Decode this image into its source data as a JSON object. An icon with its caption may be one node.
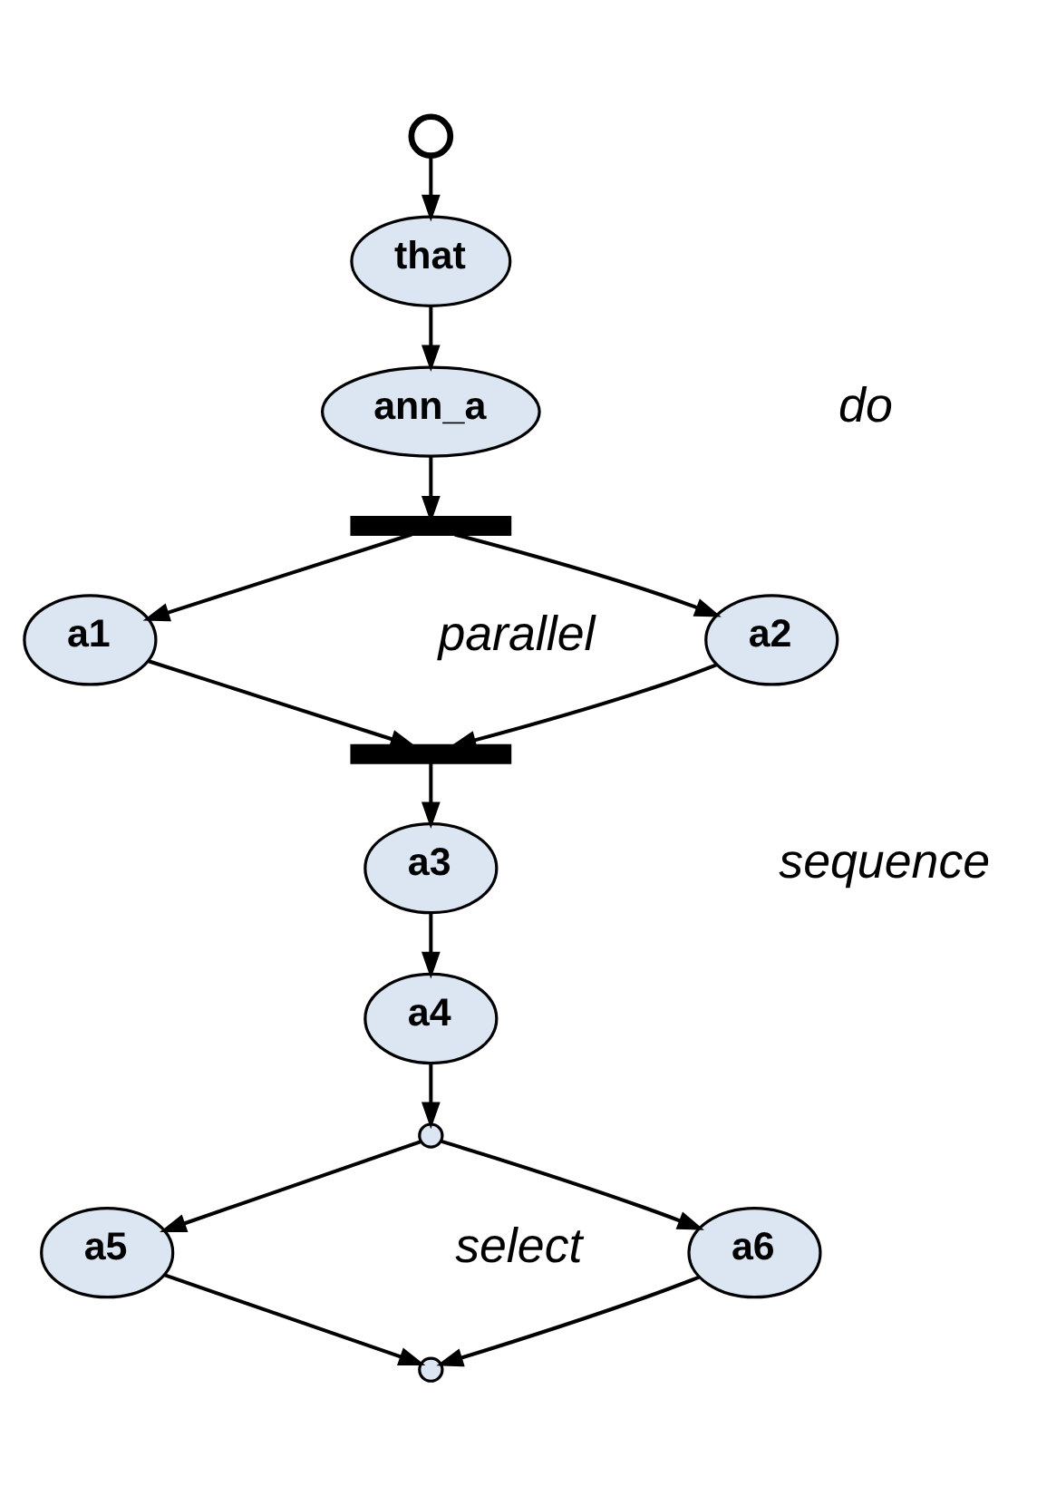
{
  "diagram": {
    "nodes": [
      {
        "text": [],
        "shape": "circle"
      },
      {
        "text": [
          "that"
        ]
      },
      {
        "text": [
          "ann_a"
        ]
      },
      {
        "text": [],
        "shape": "bar"
      },
      {
        "text": [
          "a1"
        ]
      },
      {
        "text": [
          "a2"
        ]
      },
      {
        "text": [],
        "shape": "bar"
      },
      {
        "text": [
          "a3"
        ]
      },
      {
        "text": [
          "a4"
        ]
      },
      {
        "text": [],
        "shape": "dot"
      },
      {
        "text": [
          "a5"
        ]
      },
      {
        "text": [
          "a6"
        ]
      },
      {
        "text": [],
        "shape": "dot"
      }
    ],
    "edges": [
      {
        "from": 0,
        "to": 1,
        "arrow": "to"
      },
      {
        "from": 1,
        "to": 2,
        "arrow": "to"
      },
      {
        "from": 2,
        "to": 3,
        "arrow": "to"
      },
      {
        "from": 3,
        "to": 4,
        "arrow": "to"
      },
      {
        "from": 3,
        "to": 5,
        "arrow": "to"
      },
      {
        "from": 4,
        "to": 6,
        "arrow": "to"
      },
      {
        "from": 5,
        "to": 6,
        "arrow": "to"
      },
      {
        "from": 6,
        "to": 7,
        "arrow": "to"
      },
      {
        "from": 7,
        "to": 8,
        "arrow": "to"
      },
      {
        "from": 8,
        "to": 9,
        "arrow": "to"
      },
      {
        "from": 9,
        "to": 10,
        "arrow": "to"
      },
      {
        "from": 9,
        "to": 11,
        "arrow": "to"
      },
      {
        "from": 10,
        "to": 12,
        "arrow": "to"
      },
      {
        "from": 11,
        "to": 12,
        "arrow": "to"
      }
    ],
    "labels": [
      "do",
      "parallel",
      "sequence",
      "select"
    ]
  }
}
